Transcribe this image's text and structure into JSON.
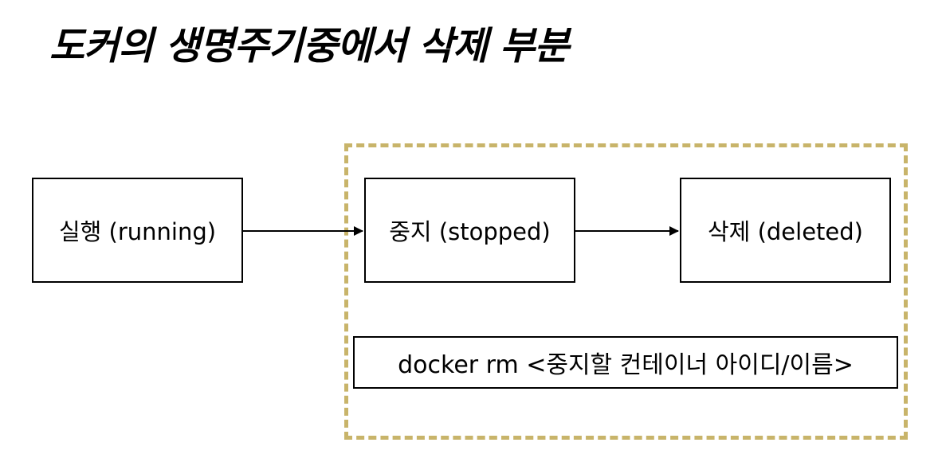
{
  "title": "도커의 생명주기중에서 삭제 부분",
  "nodes": {
    "running": "실행 (running)",
    "stopped": "중지 (stopped)",
    "deleted": "삭제 (deleted)"
  },
  "command": "docker rm <중지할 컨테이너 아이디/이름>",
  "colors": {
    "dashed_border": "#c8b46a",
    "box_border": "#000000",
    "arrow": "#000000"
  }
}
